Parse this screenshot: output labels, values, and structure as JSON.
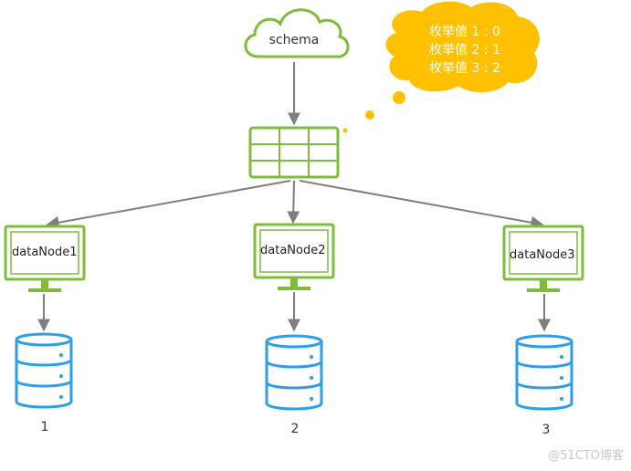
{
  "schema_label": "schema",
  "enum_bubble": {
    "lines": [
      "枚举值 1 : 0",
      "枚举值 2 : 1",
      "枚举值 3 : 2"
    ]
  },
  "nodes": [
    {
      "label": "dataNode1",
      "db_label": "1"
    },
    {
      "label": "dataNode2",
      "db_label": "2"
    },
    {
      "label": "dataNode3",
      "db_label": "3"
    }
  ],
  "watermark": "@51CTO博客",
  "colors": {
    "green": "#7dbd3a",
    "blue": "#2e9ee8",
    "bubble": "#ffc000",
    "arrow": "#7f7f7f"
  }
}
